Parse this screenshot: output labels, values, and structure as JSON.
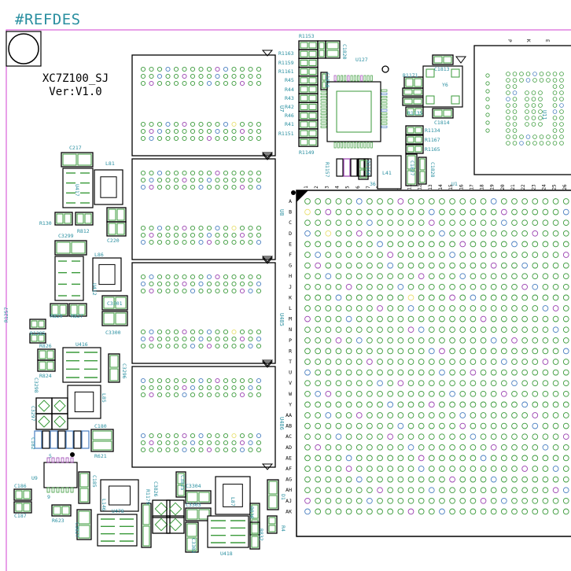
{
  "board": {
    "title": "#REFDES",
    "project_name": "XC7Z100_SJ",
    "version": "Ver:V1.0"
  },
  "colors": {
    "outline": "#000000",
    "silk": "#2a8fa0",
    "border": "#d040d0",
    "pad_green": "#3a9a3a",
    "pad_blue": "#4a7fc0",
    "pad_purple": "#9a40b0",
    "pad_yellow": "#e8e070"
  },
  "ddr_chips": [
    "U7",
    "U8",
    "U485",
    "U486"
  ],
  "bga": {
    "columns": [
      "1",
      "2",
      "3",
      "4",
      "5",
      "6",
      "7",
      "8",
      "9",
      "10",
      "11",
      "12",
      "13",
      "14",
      "15",
      "16",
      "17",
      "18",
      "19",
      "20",
      "21",
      "22",
      "23",
      "24",
      "25",
      "26"
    ],
    "rows": [
      "A",
      "B",
      "C",
      "D",
      "E",
      "F",
      "G",
      "H",
      "J",
      "K",
      "L",
      "M",
      "N",
      "P",
      "R",
      "T",
      "U",
      "V",
      "W",
      "Y",
      "AA",
      "AB",
      "AC",
      "AD",
      "AE",
      "AF",
      "AG",
      "AH",
      "AJ",
      "AK"
    ]
  },
  "right_chip": {
    "label": "U11",
    "pin_letters": [
      "P",
      "K",
      "E"
    ]
  },
  "labels": [
    {
      "text": "C217"
    },
    {
      "text": "L81"
    },
    {
      "text": "U417"
    },
    {
      "text": "C220"
    },
    {
      "text": "R130"
    },
    {
      "text": "R812"
    },
    {
      "text": "C3299"
    },
    {
      "text": "L86"
    },
    {
      "text": "U412"
    },
    {
      "text": "C3301"
    },
    {
      "text": "R829"
    },
    {
      "text": "R827"
    },
    {
      "text": "C3300"
    },
    {
      "text": "R1257"
    },
    {
      "text": "R1285"
    },
    {
      "text": "R826"
    },
    {
      "text": "R824"
    },
    {
      "text": "U416"
    },
    {
      "text": "C3296"
    },
    {
      "text": "C3298"
    },
    {
      "text": "L85"
    },
    {
      "text": "C3297"
    },
    {
      "text": "C180"
    },
    {
      "text": "C182"
    },
    {
      "text": "R621"
    },
    {
      "text": "U9"
    },
    {
      "text": "R623"
    },
    {
      "text": "C186"
    },
    {
      "text": "C187"
    },
    {
      "text": "C185"
    },
    {
      "text": "C3827"
    },
    {
      "text": "L146"
    },
    {
      "text": "U478"
    },
    {
      "text": "R1179"
    },
    {
      "text": "C3826"
    },
    {
      "text": "C3825"
    },
    {
      "text": "C3304"
    },
    {
      "text": "C3303"
    },
    {
      "text": "C3302"
    },
    {
      "text": "L87"
    },
    {
      "text": "R830"
    },
    {
      "text": "R832"
    },
    {
      "text": "U418"
    },
    {
      "text": "D1"
    },
    {
      "text": "R4"
    },
    {
      "text": "R1153"
    },
    {
      "text": "R1163"
    },
    {
      "text": "R1159"
    },
    {
      "text": "R1161"
    },
    {
      "text": "R45"
    },
    {
      "text": "R44"
    },
    {
      "text": "R43"
    },
    {
      "text": "R42"
    },
    {
      "text": "R46"
    },
    {
      "text": "R41"
    },
    {
      "text": "R1151"
    },
    {
      "text": "R1149"
    },
    {
      "text": "C1810"
    },
    {
      "text": "C1820"
    },
    {
      "text": "U127"
    },
    {
      "text": "R1171"
    },
    {
      "text": "C1813"
    },
    {
      "text": "Y6"
    },
    {
      "text": "R1135"
    },
    {
      "text": "C1814"
    },
    {
      "text": "R1134"
    },
    {
      "text": "R1167"
    },
    {
      "text": "R1165"
    },
    {
      "text": "R1157"
    },
    {
      "text": "R1156"
    },
    {
      "text": "L41"
    },
    {
      "text": "C1827"
    },
    {
      "text": "C1828"
    },
    {
      "text": "U1"
    },
    {
      "text": "36"
    },
    {
      "text": "5"
    },
    {
      "text": "9"
    }
  ]
}
